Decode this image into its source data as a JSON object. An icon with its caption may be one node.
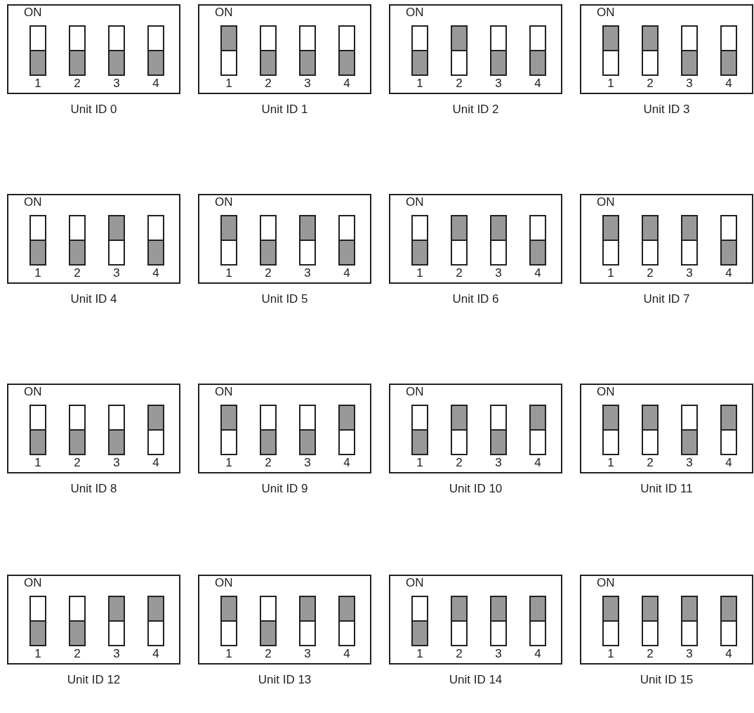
{
  "diagram": {
    "nodes": [
      {
        "text": [
          "ON"
        ],
        "beside": [
          "Unit ID 0"
        ]
      },
      {
        "text": [
          "1"
        ],
        "in": 0
      },
      {
        "text": [],
        "shape": "box",
        "in": 1
      },
      {
        "text": [],
        "shape": "bar",
        "in": 1
      },
      {
        "text": [
          "2"
        ],
        "in": 0
      },
      {
        "text": [],
        "shape": "box",
        "in": 4
      },
      {
        "text": [],
        "shape": "bar",
        "in": 4
      },
      {
        "text": [
          "3"
        ],
        "in": 0
      },
      {
        "text": [],
        "shape": "box",
        "in": 7
      },
      {
        "text": [],
        "shape": "bar",
        "in": 7
      },
      {
        "text": [
          "4"
        ],
        "in": 0
      },
      {
        "text": [],
        "shape": "box",
        "in": 10
      },
      {
        "text": [],
        "shape": "bar",
        "in": 10
      },
      {
        "text": [
          "ON"
        ],
        "beside": [
          "Unit ID 1"
        ]
      },
      {
        "text": [
          "1"
        ],
        "in": 13
      },
      {
        "text": [],
        "shape": "bar",
        "in": 14
      },
      {
        "text": [],
        "shape": "box",
        "in": 14
      },
      {
        "text": [
          "2"
        ],
        "in": 13
      },
      {
        "text": [],
        "shape": "box",
        "in": 17
      },
      {
        "text": [],
        "shape": "bar",
        "in": 17
      },
      {
        "text": [
          "3"
        ],
        "in": 13
      },
      {
        "text": [],
        "shape": "box",
        "in": 20
      },
      {
        "text": [],
        "shape": "bar",
        "in": 20
      },
      {
        "text": [
          "4"
        ],
        "in": 13
      },
      {
        "text": [],
        "shape": "box",
        "in": 23
      },
      {
        "text": [],
        "shape": "bar",
        "in": 23
      },
      {
        "text": [
          "ON"
        ],
        "beside": [
          "Unit ID 2"
        ]
      },
      {
        "text": [
          "1"
        ],
        "in": 26
      },
      {
        "text": [],
        "shape": "box",
        "in": 27
      },
      {
        "text": [],
        "shape": "bar",
        "in": 27
      },
      {
        "text": [
          "2"
        ],
        "in": 26
      },
      {
        "text": [],
        "shape": "bar",
        "in": 30
      },
      {
        "text": [],
        "shape": "box",
        "in": 30
      },
      {
        "text": [
          "3"
        ],
        "in": 26
      },
      {
        "text": [],
        "shape": "box",
        "in": 33
      },
      {
        "text": [],
        "shape": "bar",
        "in": 33
      },
      {
        "text": [
          "4"
        ],
        "in": 26
      },
      {
        "text": [],
        "shape": "box",
        "in": 36
      },
      {
        "text": [],
        "shape": "bar",
        "in": 36
      },
      {
        "text": [
          "ON"
        ],
        "beside": [
          "Unit ID 3"
        ]
      },
      {
        "text": [
          "1"
        ],
        "in": 39
      },
      {
        "text": [],
        "shape": "bar",
        "in": 40
      },
      {
        "text": [],
        "shape": "box",
        "in": 40
      },
      {
        "text": [
          "2"
        ],
        "in": 39
      },
      {
        "text": [],
        "shape": "bar",
        "in": 43
      },
      {
        "text": [],
        "shape": "box",
        "in": 43
      },
      {
        "text": [
          "3"
        ],
        "in": 39
      },
      {
        "text": [],
        "shape": "box",
        "in": 46
      },
      {
        "text": [],
        "shape": "bar",
        "in": 46
      },
      {
        "text": [
          "4"
        ],
        "in": 39
      },
      {
        "text": [],
        "shape": "box",
        "in": 49
      },
      {
        "text": [],
        "shape": "bar",
        "in": 49
      },
      {
        "text": [
          "ON"
        ],
        "beside": [
          "Unit ID 4"
        ]
      },
      {
        "text": [
          "1"
        ],
        "in": 52
      },
      {
        "text": [],
        "shape": "box",
        "in": 53
      },
      {
        "text": [],
        "shape": "bar",
        "in": 53
      },
      {
        "text": [
          "2"
        ],
        "in": 52
      },
      {
        "text": [],
        "shape": "box",
        "in": 56
      },
      {
        "text": [],
        "shape": "bar",
        "in": 56
      },
      {
        "text": [
          "3"
        ],
        "in": 52
      },
      {
        "text": [],
        "shape": "bar",
        "in": 59
      },
      {
        "text": [],
        "shape": "box",
        "in": 59
      },
      {
        "text": [
          "4"
        ],
        "in": 52
      },
      {
        "text": [],
        "shape": "box",
        "in": 62
      },
      {
        "text": [],
        "shape": "bar",
        "in": 62
      },
      {
        "text": [
          "ON"
        ],
        "beside": [
          "Unit ID 5"
        ]
      },
      {
        "text": [
          "1"
        ],
        "in": 65
      },
      {
        "text": [],
        "shape": "bar",
        "in": 66
      },
      {
        "text": [],
        "shape": "box",
        "in": 66
      },
      {
        "text": [
          "2"
        ],
        "in": 65
      },
      {
        "text": [],
        "shape": "box",
        "in": 69
      },
      {
        "text": [],
        "shape": "bar",
        "in": 69
      },
      {
        "text": [
          "3"
        ],
        "in": 65
      },
      {
        "text": [],
        "shape": "bar",
        "in": 72
      },
      {
        "text": [],
        "shape": "box",
        "in": 72
      },
      {
        "text": [
          "4"
        ],
        "in": 65
      },
      {
        "text": [],
        "shape": "box",
        "in": 75
      },
      {
        "text": [],
        "shape": "bar",
        "in": 75
      },
      {
        "text": [
          "ON"
        ],
        "beside": [
          "Unit ID 6"
        ]
      },
      {
        "text": [
          "1"
        ],
        "in": 78
      },
      {
        "text": [],
        "shape": "box",
        "in": 79
      },
      {
        "text": [],
        "shape": "bar",
        "in": 79
      },
      {
        "text": [
          "2"
        ],
        "in": 78
      },
      {
        "text": [],
        "shape": "bar",
        "in": 82
      },
      {
        "text": [],
        "shape": "box",
        "in": 82
      },
      {
        "text": [
          "3"
        ],
        "in": 78
      },
      {
        "text": [],
        "shape": "bar",
        "in": 85
      },
      {
        "text": [],
        "shape": "box",
        "in": 85
      },
      {
        "text": [
          "4"
        ],
        "in": 78
      },
      {
        "text": [],
        "shape": "box",
        "in": 88
      },
      {
        "text": [],
        "shape": "bar",
        "in": 88
      },
      {
        "text": [
          "ON"
        ],
        "beside": [
          "Unit ID 7"
        ]
      },
      {
        "text": [
          "1"
        ],
        "in": 91
      },
      {
        "text": [],
        "shape": "bar",
        "in": 92
      },
      {
        "text": [],
        "shape": "box",
        "in": 92
      },
      {
        "text": [
          "2"
        ],
        "in": 91
      },
      {
        "text": [],
        "shape": "bar",
        "in": 95
      },
      {
        "text": [],
        "shape": "box",
        "in": 95
      },
      {
        "text": [
          "3"
        ],
        "in": 91
      },
      {
        "text": [],
        "shape": "bar",
        "in": 98
      },
      {
        "text": [],
        "shape": "box",
        "in": 98
      },
      {
        "text": [
          "4"
        ],
        "in": 91
      },
      {
        "text": [],
        "shape": "box",
        "in": 101
      },
      {
        "text": [],
        "shape": "bar",
        "in": 101
      },
      {
        "text": [
          "ON"
        ],
        "beside": [
          "Unit ID 8"
        ]
      },
      {
        "text": [
          "1"
        ],
        "in": 104
      },
      {
        "text": [],
        "shape": "box",
        "in": 105
      },
      {
        "text": [],
        "shape": "bar",
        "in": 105
      },
      {
        "text": [
          "2"
        ],
        "in": 104
      },
      {
        "text": [],
        "shape": "box",
        "in": 108
      },
      {
        "text": [],
        "shape": "bar",
        "in": 108
      },
      {
        "text": [
          "3"
        ],
        "in": 104
      },
      {
        "text": [],
        "shape": "box",
        "in": 111
      },
      {
        "text": [],
        "shape": "bar",
        "in": 111
      },
      {
        "text": [
          "4"
        ],
        "in": 104
      },
      {
        "text": [],
        "shape": "bar",
        "in": 114
      },
      {
        "text": [],
        "shape": "box",
        "in": 114
      },
      {
        "text": [
          "ON"
        ],
        "beside": [
          "Unit ID 9"
        ]
      },
      {
        "text": [
          "1"
        ],
        "in": 117
      },
      {
        "text": [],
        "shape": "bar",
        "in": 118
      },
      {
        "text": [],
        "shape": "box",
        "in": 118
      },
      {
        "text": [
          "2"
        ],
        "in": 117
      },
      {
        "text": [],
        "shape": "box",
        "in": 121
      },
      {
        "text": [],
        "shape": "bar",
        "in": 121
      },
      {
        "text": [
          "3"
        ],
        "in": 117
      },
      {
        "text": [],
        "shape": "box",
        "in": 124
      },
      {
        "text": [],
        "shape": "bar",
        "in": 124
      },
      {
        "text": [
          "4"
        ],
        "in": 117
      },
      {
        "text": [],
        "shape": "bar",
        "in": 127
      },
      {
        "text": [],
        "shape": "box",
        "in": 127
      },
      {
        "text": [
          "ON"
        ],
        "beside": [
          "Unit ID 10"
        ]
      },
      {
        "text": [
          "1"
        ],
        "in": 130
      },
      {
        "text": [],
        "shape": "box",
        "in": 131
      },
      {
        "text": [],
        "shape": "bar",
        "in": 131
      },
      {
        "text": [
          "2"
        ],
        "in": 130
      },
      {
        "text": [],
        "shape": "bar",
        "in": 134
      },
      {
        "text": [],
        "shape": "box",
        "in": 134
      },
      {
        "text": [
          "3"
        ],
        "in": 130
      },
      {
        "text": [],
        "shape": "box",
        "in": 137
      },
      {
        "text": [],
        "shape": "bar",
        "in": 137
      },
      {
        "text": [
          "4"
        ],
        "in": 130
      },
      {
        "text": [],
        "shape": "bar",
        "in": 140
      },
      {
        "text": [],
        "shape": "box",
        "in": 140
      },
      {
        "text": [
          "ON"
        ],
        "beside": [
          "Unit ID 11"
        ]
      },
      {
        "text": [
          "1"
        ],
        "in": 143
      },
      {
        "text": [],
        "shape": "bar",
        "in": 144
      },
      {
        "text": [],
        "shape": "box",
        "in": 144
      },
      {
        "text": [
          "2"
        ],
        "in": 143
      },
      {
        "text": [],
        "shape": "bar",
        "in": 147
      },
      {
        "text": [],
        "shape": "box",
        "in": 147
      },
      {
        "text": [
          "3"
        ],
        "in": 143
      },
      {
        "text": [],
        "shape": "box",
        "in": 150
      },
      {
        "text": [],
        "shape": "bar",
        "in": 150
      },
      {
        "text": [
          "4"
        ],
        "in": 143
      },
      {
        "text": [],
        "shape": "bar",
        "in": 153
      },
      {
        "text": [],
        "shape": "box",
        "in": 153
      },
      {
        "text": [
          "ON"
        ],
        "beside": [
          "Unit ID 12"
        ]
      },
      {
        "text": [
          "1"
        ],
        "in": 156
      },
      {
        "text": [],
        "shape": "box",
        "in": 157
      },
      {
        "text": [],
        "shape": "bar",
        "in": 157
      },
      {
        "text": [
          "2"
        ],
        "in": 156
      },
      {
        "text": [],
        "shape": "box",
        "in": 160
      },
      {
        "text": [],
        "shape": "bar",
        "in": 160
      },
      {
        "text": [
          "3"
        ],
        "in": 156
      },
      {
        "text": [],
        "shape": "bar",
        "in": 163
      },
      {
        "text": [],
        "shape": "box",
        "in": 163
      },
      {
        "text": [
          "4"
        ],
        "in": 156
      },
      {
        "text": [],
        "shape": "bar",
        "in": 166
      },
      {
        "text": [],
        "shape": "box",
        "in": 166
      },
      {
        "text": [
          "ON"
        ],
        "beside": [
          "Unit ID 13"
        ]
      },
      {
        "text": [
          "1"
        ],
        "in": 169
      },
      {
        "text": [],
        "shape": "bar",
        "in": 170
      },
      {
        "text": [],
        "shape": "box",
        "in": 170
      },
      {
        "text": [
          "2"
        ],
        "in": 169
      },
      {
        "text": [],
        "shape": "box",
        "in": 173
      },
      {
        "text": [],
        "shape": "bar",
        "in": 173
      },
      {
        "text": [
          "3"
        ],
        "in": 169
      },
      {
        "text": [],
        "shape": "bar",
        "in": 176
      },
      {
        "text": [],
        "shape": "box",
        "in": 176
      },
      {
        "text": [
          "4"
        ],
        "in": 169
      },
      {
        "text": [],
        "shape": "bar",
        "in": 179
      },
      {
        "text": [],
        "shape": "box",
        "in": 179
      },
      {
        "text": [
          "ON"
        ],
        "beside": [
          "Unit ID 14"
        ]
      },
      {
        "text": [
          "1"
        ],
        "in": 182
      },
      {
        "text": [],
        "shape": "box",
        "in": 183
      },
      {
        "text": [],
        "shape": "bar",
        "in": 183
      },
      {
        "text": [
          "2"
        ],
        "in": 182
      },
      {
        "text": [],
        "shape": "bar",
        "in": 186
      },
      {
        "text": [],
        "shape": "box",
        "in": 186
      },
      {
        "text": [
          "3"
        ],
        "in": 182
      },
      {
        "text": [],
        "shape": "bar",
        "in": 189
      },
      {
        "text": [],
        "shape": "box",
        "in": 189
      },
      {
        "text": [
          "4"
        ],
        "in": 182
      },
      {
        "text": [],
        "shape": "bar",
        "in": 192
      },
      {
        "text": [],
        "shape": "box",
        "in": 192
      },
      {
        "text": [
          "ON"
        ],
        "beside": [
          "Unit ID 15"
        ]
      },
      {
        "text": [
          "1"
        ],
        "in": 195
      },
      {
        "text": [],
        "shape": "bar",
        "in": 196
      },
      {
        "text": [],
        "shape": "box",
        "in": 196
      },
      {
        "text": [
          "2"
        ],
        "in": 195
      },
      {
        "text": [],
        "shape": "bar",
        "in": 199
      },
      {
        "text": [],
        "shape": "box",
        "in": 199
      },
      {
        "text": [
          "3"
        ],
        "in": 195
      },
      {
        "text": [],
        "shape": "bar",
        "in": 202
      },
      {
        "text": [],
        "shape": "box",
        "in": 202
      },
      {
        "text": [
          "4"
        ],
        "in": 195
      },
      {
        "text": [],
        "shape": "bar",
        "in": 205
      },
      {
        "text": [],
        "shape": "box",
        "in": 205
      }
    ]
  }
}
